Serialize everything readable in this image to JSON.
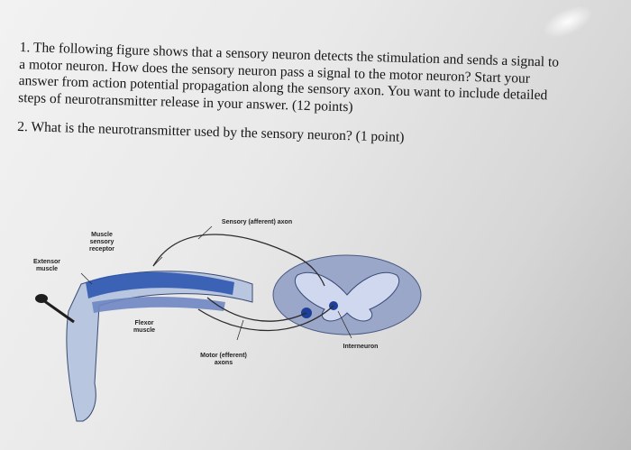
{
  "question1": {
    "lines": [
      "1. The following figure shows that a sensory neuron detects the stimulation and sends a signal to",
      "a motor neuron.  How does the sensory neuron pass a signal to the motor neuron? Start your",
      "answer from action potential propagation along the sensory axon. You want to include detailed",
      "steps of neurotransmitter release in your answer.  (12 points)"
    ]
  },
  "question2": {
    "text": "2. What is the neurotransmitter used by the sensory neuron? (1 point)"
  },
  "figure": {
    "labels": {
      "sensory_axon": "Sensory (afferent) axon",
      "muscle_receptor_1": "Muscle",
      "muscle_receptor_2": "sensory",
      "muscle_receptor_3": "receptor",
      "extensor_1": "Extensor",
      "extensor_2": "muscle",
      "flexor_1": "Flexor",
      "flexor_2": "muscle",
      "motor_1": "Motor (efferent)",
      "motor_2": "axons",
      "interneuron": "Interneuron"
    },
    "colors": {
      "muscle_blue": "#2d57b0",
      "spinal_gray": "#9aa7c8",
      "axon_line": "#2b2b2b",
      "leg": "#b9c6df"
    }
  }
}
